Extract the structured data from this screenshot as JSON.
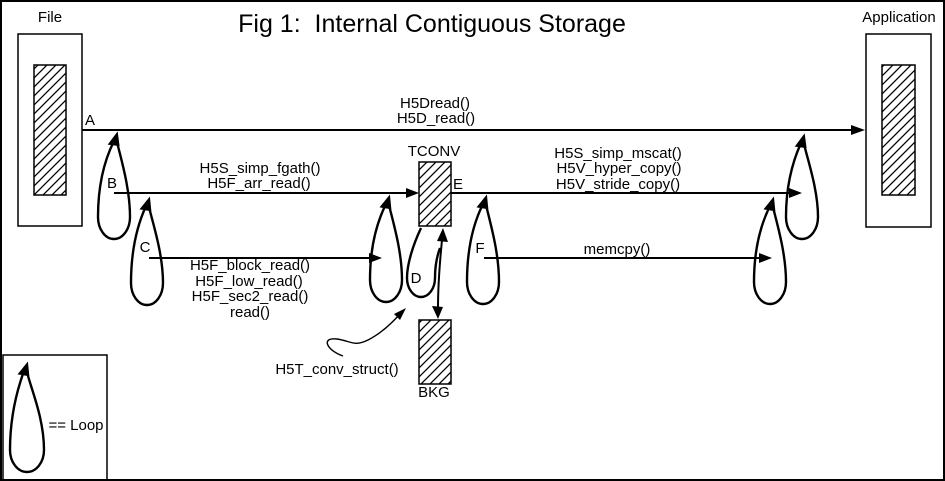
{
  "figure": {
    "title": "Fig 1:  Internal Contiguous Storage"
  },
  "endpoints": {
    "file_label": "File",
    "application_label": "Application"
  },
  "buffers": {
    "tconv_label": "TCONV",
    "bkg_label": "BKG"
  },
  "steps": {
    "a": "A",
    "b": "B",
    "c": "C",
    "d": "D",
    "e": "E",
    "f": "F"
  },
  "calls": {
    "a": [
      "H5Dread()",
      "H5D_read()"
    ],
    "b": [
      "H5S_simp_fgath()",
      "H5F_arr_read()"
    ],
    "c": [
      "H5F_block_read()",
      "H5F_low_read()",
      "H5F_sec2_read()",
      "read()"
    ],
    "d": [
      "H5T_conv_struct()"
    ],
    "e": [
      "H5S_simp_mscat()",
      "H5V_hyper_copy()",
      "H5V_stride_copy()"
    ],
    "f": [
      "memcpy()"
    ]
  },
  "legend": {
    "loop_label": "== Loop"
  },
  "colors": {
    "ink": "#000000",
    "background": "#ffffff"
  }
}
